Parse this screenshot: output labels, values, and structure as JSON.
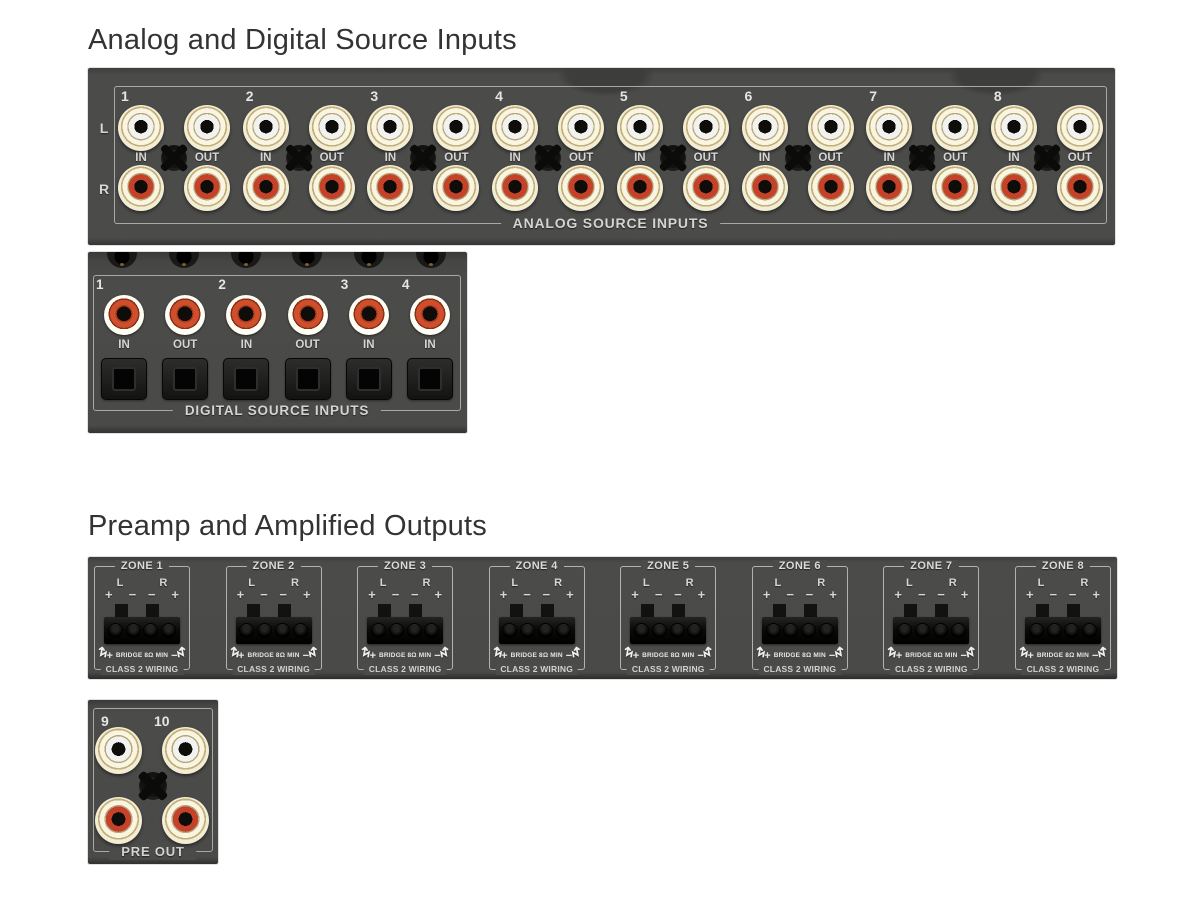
{
  "sections": {
    "inputs_heading": "Analog and Digital Source Inputs",
    "outputs_heading": "Preamp and Amplified Outputs"
  },
  "colors": {
    "panel_gray": "#4a4a48",
    "panel_border": "#a8a8a6",
    "panel_text": "#d6d6d4",
    "heading_text": "#333333",
    "rca_white_insulator": "#f2f2f0",
    "rca_red_insulator": "#c5422a",
    "rca_ring_gold": "#f3edd5"
  },
  "analog_panel": {
    "caption": "ANALOG SOURCE INPUTS",
    "left_labels": [
      "L",
      "R"
    ],
    "in_label": "IN",
    "out_label": "OUT",
    "groups": [
      {
        "number": "1"
      },
      {
        "number": "2"
      },
      {
        "number": "3"
      },
      {
        "number": "4"
      },
      {
        "number": "5"
      },
      {
        "number": "6"
      },
      {
        "number": "7"
      },
      {
        "number": "8"
      }
    ]
  },
  "digital_panel": {
    "caption": "DIGITAL SOURCE INPUTS",
    "columns": [
      {
        "number": "1",
        "label": "IN"
      },
      {
        "number": "",
        "label": "OUT"
      },
      {
        "number": "2",
        "label": "IN"
      },
      {
        "number": "",
        "label": "OUT"
      },
      {
        "number": "3",
        "label": "IN"
      },
      {
        "number": "4",
        "label": "IN"
      }
    ]
  },
  "zone_panel": {
    "channel_left": "L",
    "channel_right": "R",
    "plus": "+",
    "minus": "−",
    "bridge_plus": "+",
    "bridge_minus": "−",
    "bridge_label": "BRIDGE 8Ω MIN",
    "class_label": "CLASS 2 WIRING",
    "zones": [
      {
        "title": "ZONE 1"
      },
      {
        "title": "ZONE 2"
      },
      {
        "title": "ZONE 3"
      },
      {
        "title": "ZONE 4"
      },
      {
        "title": "ZONE 5"
      },
      {
        "title": "ZONE 6"
      },
      {
        "title": "ZONE 7"
      },
      {
        "title": "ZONE 8"
      }
    ]
  },
  "preout_panel": {
    "caption": "PRE OUT",
    "numbers": [
      "9",
      "10"
    ]
  }
}
